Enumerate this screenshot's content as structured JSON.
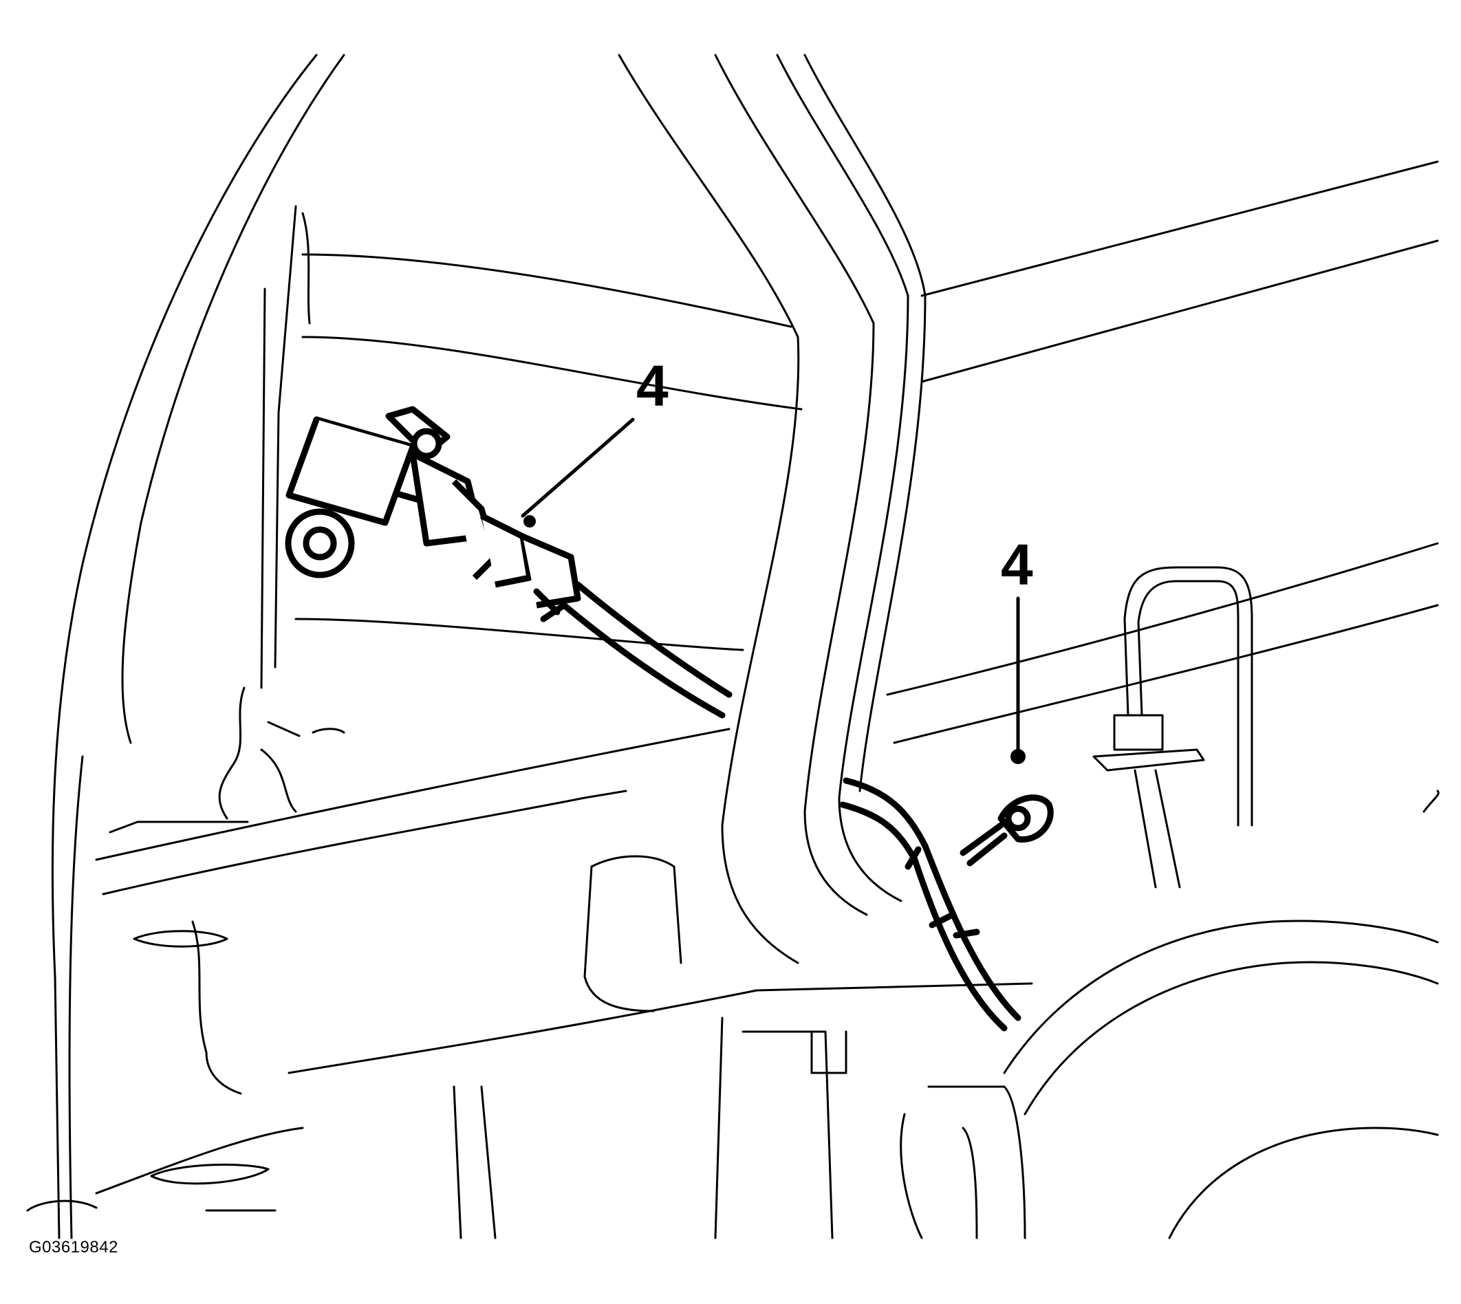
{
  "callouts": [
    {
      "label": "4"
    },
    {
      "label": "4"
    }
  ],
  "figure_id": "G03619842"
}
